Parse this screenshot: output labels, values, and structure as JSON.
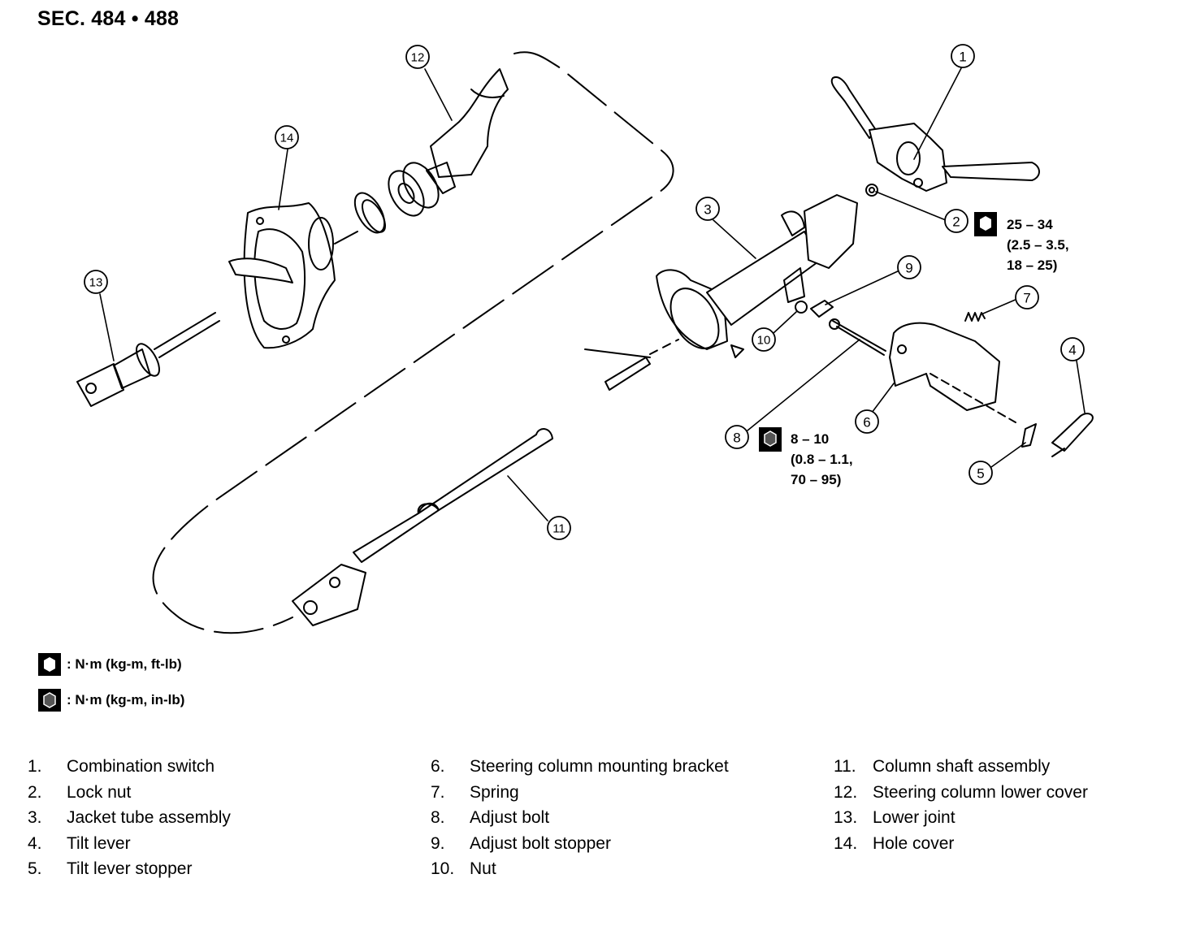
{
  "section_title": "SEC. 484 • 488",
  "callouts": [
    "1",
    "2",
    "3",
    "4",
    "5",
    "6",
    "7",
    "8",
    "9",
    "10",
    "11",
    "12",
    "13",
    "14"
  ],
  "torque_specs": {
    "lock_nut": [
      "25 – 34",
      "(2.5 – 3.5,",
      "18 – 25)"
    ],
    "adjust_bolt": [
      "8 – 10",
      "(0.8 – 1.1,",
      "70 – 95)"
    ]
  },
  "legend": [
    {
      "icon": "torque-wrench-open-icon",
      "text": ": N·m (kg-m, ft-lb)"
    },
    {
      "icon": "torque-wrench-filled-icon",
      "text": ": N·m (kg-m, in-lb)"
    }
  ],
  "parts": [
    {
      "num": "1.",
      "name": "Combination switch"
    },
    {
      "num": "2.",
      "name": "Lock nut"
    },
    {
      "num": "3.",
      "name": "Jacket tube assembly"
    },
    {
      "num": "4.",
      "name": "Tilt lever"
    },
    {
      "num": "5.",
      "name": "Tilt lever stopper"
    },
    {
      "num": "6.",
      "name": "Steering column mounting bracket"
    },
    {
      "num": "7.",
      "name": "Spring"
    },
    {
      "num": "8.",
      "name": "Adjust bolt"
    },
    {
      "num": "9.",
      "name": "Adjust bolt stopper"
    },
    {
      "num": "10.",
      "name": "Nut"
    },
    {
      "num": "11.",
      "name": "Column shaft assembly"
    },
    {
      "num": "12.",
      "name": "Steering column lower cover"
    },
    {
      "num": "13.",
      "name": "Lower joint"
    },
    {
      "num": "14.",
      "name": "Hole cover"
    }
  ]
}
